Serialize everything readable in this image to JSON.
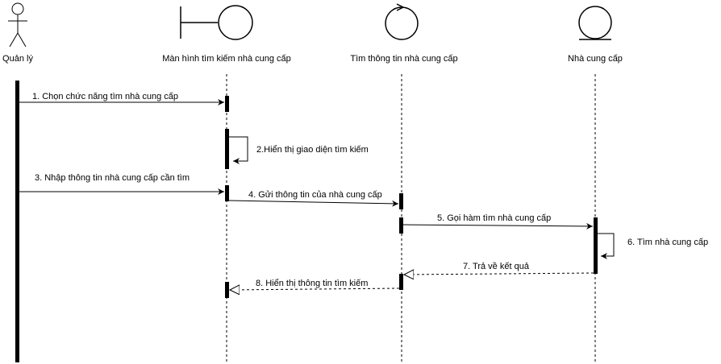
{
  "participants": {
    "actor": "Quản lý",
    "boundary": "Màn hình tìm kiếm nhà cung cấp",
    "control": "Tìm thông tin nhà cung cấp",
    "entity": "Nhà cung cấp"
  },
  "messages": {
    "m1": "1. Chọn chức năng tìm nhà cung cấp",
    "m2": "2.Hiển thị giao diện tìm kiếm",
    "m3": "3. Nhập thông tin nhà cung cấp cần tìm",
    "m4": "4. Gửi thông tin của nhà cung cấp",
    "m5": "5. Gọi hàm tìm nhà cung cấp",
    "m6": "6. Tìm nhà cung cấp",
    "m7": "7. Trả về kết quả",
    "m8": "8. Hiển thị thông tin tìm kiếm"
  }
}
